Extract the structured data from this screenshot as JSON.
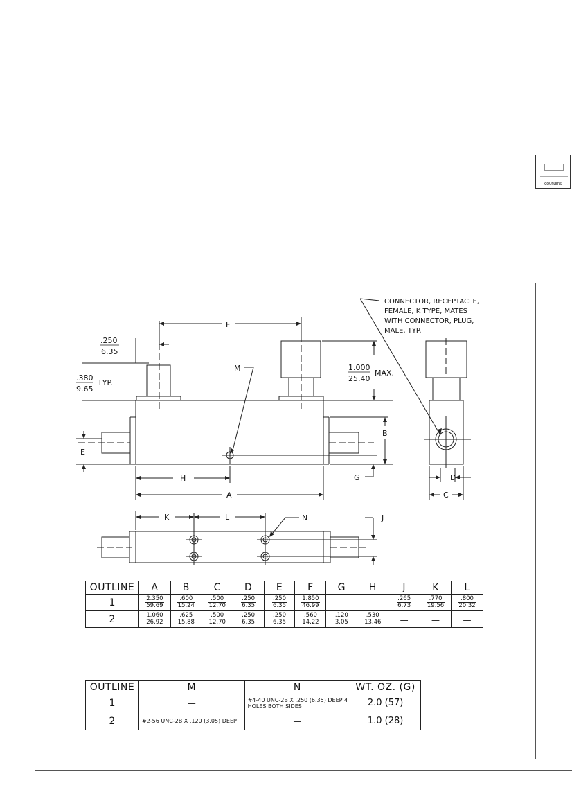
{
  "badge": {
    "label": "COUPLERS"
  },
  "callout": {
    "line1": "CONNECTOR, RECEPTACLE,",
    "line2": "FEMALE, K TYPE, MATES",
    "line3": "WITH CONNECTOR, PLUG,",
    "line4": "MALE, TYP."
  },
  "dims": {
    "stub_width": {
      "num": ".250",
      "den": "6.35"
    },
    "stub_height": {
      "num": ".380",
      "den": "9.65",
      "suffix": "TYP."
    },
    "connector_height": {
      "num": "1.000",
      "den": "25.40",
      "suffix": "MAX."
    },
    "labels": {
      "A": "A",
      "B": "B",
      "C": "C",
      "D": "D",
      "E": "E",
      "F": "F",
      "G": "G",
      "H": "H",
      "J": "J",
      "K": "K",
      "L": "L",
      "M": "M",
      "N": "N"
    }
  },
  "table1": {
    "headers": [
      "OUTLINE",
      "A",
      "B",
      "C",
      "D",
      "E",
      "F",
      "G",
      "H",
      "J",
      "K",
      "L"
    ],
    "rows": [
      {
        "outline": "1",
        "cells": [
          {
            "num": "2.350",
            "den": "59.69"
          },
          {
            "num": ".600",
            "den": "15.24"
          },
          {
            "num": ".500",
            "den": "12.70"
          },
          {
            "num": ".250",
            "den": "6.35"
          },
          {
            "num": ".250",
            "den": "6.35"
          },
          {
            "num": "1.850",
            "den": "46.99"
          },
          {
            "dash": "—"
          },
          {
            "dash": "—"
          },
          {
            "num": ".265",
            "den": "6.73"
          },
          {
            "num": ".770",
            "den": "19.56"
          },
          {
            "num": ".800",
            "den": "20.32"
          }
        ]
      },
      {
        "outline": "2",
        "cells": [
          {
            "num": "1.060",
            "den": "26.92"
          },
          {
            "num": ".625",
            "den": "15.88"
          },
          {
            "num": ".500",
            "den": "12.70"
          },
          {
            "num": ".250",
            "den": "6.35"
          },
          {
            "num": ".250",
            "den": "6.35"
          },
          {
            "num": ".560",
            "den": "14.22"
          },
          {
            "num": ".120",
            "den": "3.05"
          },
          {
            "num": ".530",
            "den": "13.46"
          },
          {
            "dash": "—"
          },
          {
            "dash": "—"
          },
          {
            "dash": "—"
          }
        ]
      }
    ]
  },
  "table2": {
    "headers": [
      "OUTLINE",
      "M",
      "N",
      "WT. OZ. (G)"
    ],
    "rows": [
      {
        "outline": "1",
        "m": "—",
        "n": "#4-40 UNC-2B X .250 (6.35) DEEP 4 HOLES BOTH SIDES",
        "wt": "2.0 (57)"
      },
      {
        "outline": "2",
        "m": "#2-56 UNC-2B X .120 (3.05) DEEP",
        "n": "—",
        "wt": "1.0 (28)"
      }
    ]
  }
}
